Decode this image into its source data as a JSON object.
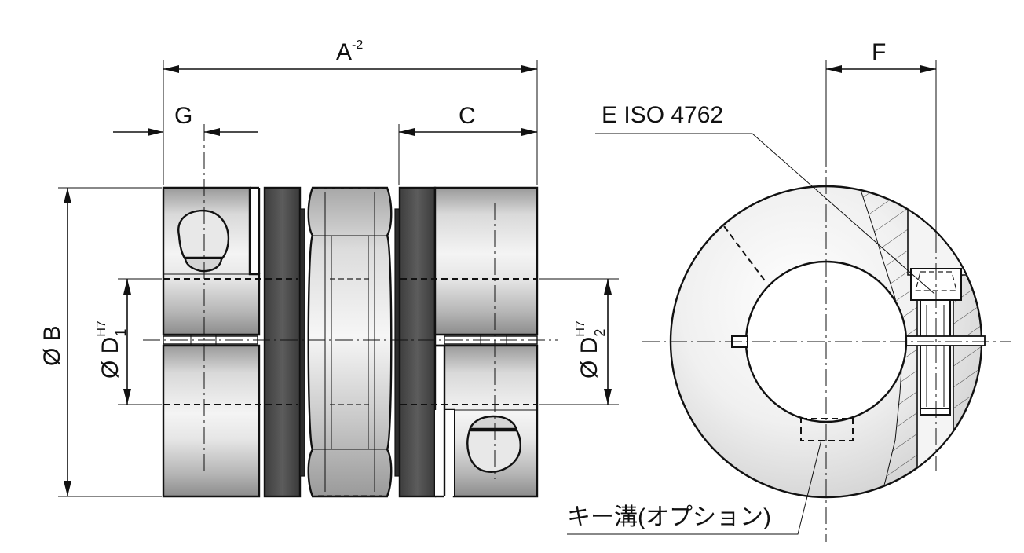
{
  "labels": {
    "dim_a": "A",
    "dim_a_tolerance": "-2",
    "dim_g": "G",
    "dim_c": "C",
    "dim_f": "F",
    "dim_b": "Ø B",
    "dim_d1_main": "Ø D",
    "dim_d1_sub": "1",
    "dim_d1_sup": "H7",
    "dim_d2_main": "Ø D",
    "dim_d2_sub": "2",
    "dim_d2_sup": "H7",
    "screw_callout": "E ISO 4762",
    "keyway_callout": "キー溝(オプション)"
  },
  "colors": {
    "line": "#111111",
    "metal_light": "#f2f2f2",
    "metal_mid": "#c8c8c8",
    "metal_dark": "#8a8a8a",
    "disc_dark": "#4a4a4a",
    "background": "#ffffff"
  }
}
